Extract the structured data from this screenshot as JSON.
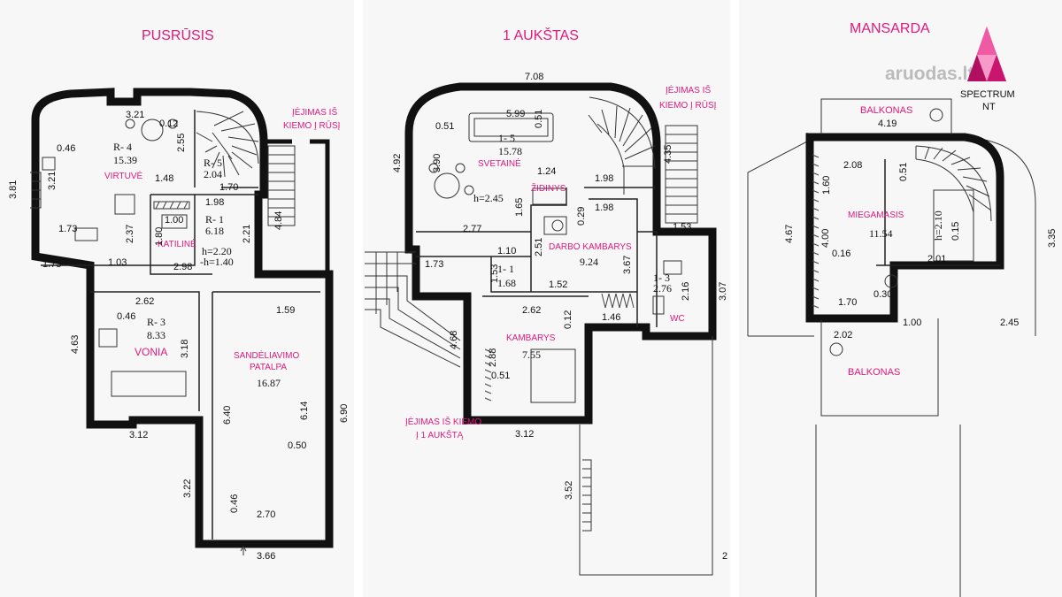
{
  "titles": {
    "basement": "PUSRŪSIS",
    "first_floor": "1 AUKŠTAS",
    "attic": "MANSARDA"
  },
  "entrances": {
    "basement_entry_l1": "ĮĖJIMAS IŠ",
    "basement_entry_l2": "KIEMO Į RŪSĮ",
    "first_entry_l1": "ĮĖJIMAS IŠ",
    "first_entry_l2": "KIEMO Į RŪSĮ",
    "first_floor_entry_l1": "ĮĖJIMAS IŠ KIEMO",
    "first_floor_entry_l2": "Į 1 AUKŠTĄ"
  },
  "logo": {
    "text": "aruodas.lt",
    "brand_l1": "SPECTRUM",
    "brand_l2": "NT",
    "brand_color": "#e0197d"
  },
  "rooms": {
    "virtuve_code": "R- 4",
    "virtuve_area": "15.39",
    "virtuve_name": "VIRTUVĖ",
    "r5_code": "R- 5",
    "r5_area": "2.04",
    "katiline_code": "R- 1",
    "katiline_area": "6.18",
    "katiline_h1": "h=2.20",
    "katiline_h2": "-h=1.40",
    "katiline_name": "KATILINĖ",
    "vonia_code": "R- 3",
    "vonia_area": "8.33",
    "vonia_name": "VONIA",
    "sand_name_l1": "SANDĖLIAVIMO",
    "sand_name_l2": "PATALPA",
    "sand_area": "16.87",
    "svetaine_code": "1- 5",
    "svetaine_area": "15.78",
    "svetaine_name": "SVETAINĖ",
    "svetaine_h": "h=2.45",
    "zidinys": "ŽIDINYS",
    "darbo_name": "DARBO KAMBARYS",
    "darbo_area": "9.24",
    "hall_code": "1- 1",
    "hall_area": "1.68",
    "wc_code": "1- 3",
    "wc_area": "2.76",
    "wc_name": "WC",
    "kambarys_name": "KAMBARYS",
    "kambarys_area": "7.55",
    "balkonas_top": "BALKONAS",
    "miegamasis_name": "MIEGAMASIS",
    "miegamasis_area": "11.54",
    "miegamasis_h": "h=2.10",
    "balkonas_bottom": "BALKONAS"
  },
  "dims": {
    "b_321": "3.21",
    "b_012": "0.12",
    "b_255": "2.55",
    "b_046": "0.46",
    "b_381": "3.81",
    "b_321v": "3.21",
    "b_148": "1.48",
    "b_170": "1.70",
    "b_198": "1.98",
    "b_100": "1.00",
    "b_173a": "1.73",
    "b_237": "2.37",
    "b_180": "1.80",
    "b_221": "2.21",
    "b_484": "4.84",
    "b_173b": "1.73",
    "b_103": "1.03",
    "b_298": "2.98",
    "b_262": "2.62",
    "b_159": "1.59",
    "b_046b": "0.46",
    "b_463": "4.63",
    "b_318": "3.18",
    "b_640": "6.40",
    "b_614": "6.14",
    "b_690": "6.90",
    "b_050": "0.50",
    "b_312": "3.12",
    "b_322": "3.22",
    "b_046c": "0.46",
    "b_270": "2.70",
    "b_366": "3.66",
    "f_708": "7.08",
    "f_599": "5.99",
    "f_051a": "0.51",
    "f_051b": "0.51",
    "f_492": "4.92",
    "f_390": "3.90",
    "f_124": "1.24",
    "f_198a": "1.98",
    "f_165": "1.65",
    "f_198b": "1.98",
    "f_435": "4.35",
    "f_029": "0.29",
    "f_277": "2.77",
    "f_251": "2.51",
    "f_153a": "1.53",
    "f_110": "1.10",
    "f_173": "1.73",
    "f_153b": "1.53",
    "f_367": "3.67",
    "f_152": "1.52",
    "f_216": "2.16",
    "f_307": "3.07",
    "f_262": "2.62",
    "f_012": "0.12",
    "f_146": "1.46",
    "f_468": "4.68",
    "f_288": "2.88",
    "f_051c": "0.51",
    "f_312": "3.12",
    "f_352": "3.52",
    "f_2": "2",
    "m_419": "4.19",
    "m_208": "2.08",
    "m_160": "1.60",
    "m_051": "0.51",
    "m_467": "4.67",
    "m_400": "4.00",
    "m_016": "0.16",
    "m_015": "0.15",
    "m_201": "2.01",
    "m_335": "3.35",
    "m_030": "0.30",
    "m_170": "1.70",
    "m_100": "1.00",
    "m_245": "2.45",
    "m_202": "2.02"
  }
}
